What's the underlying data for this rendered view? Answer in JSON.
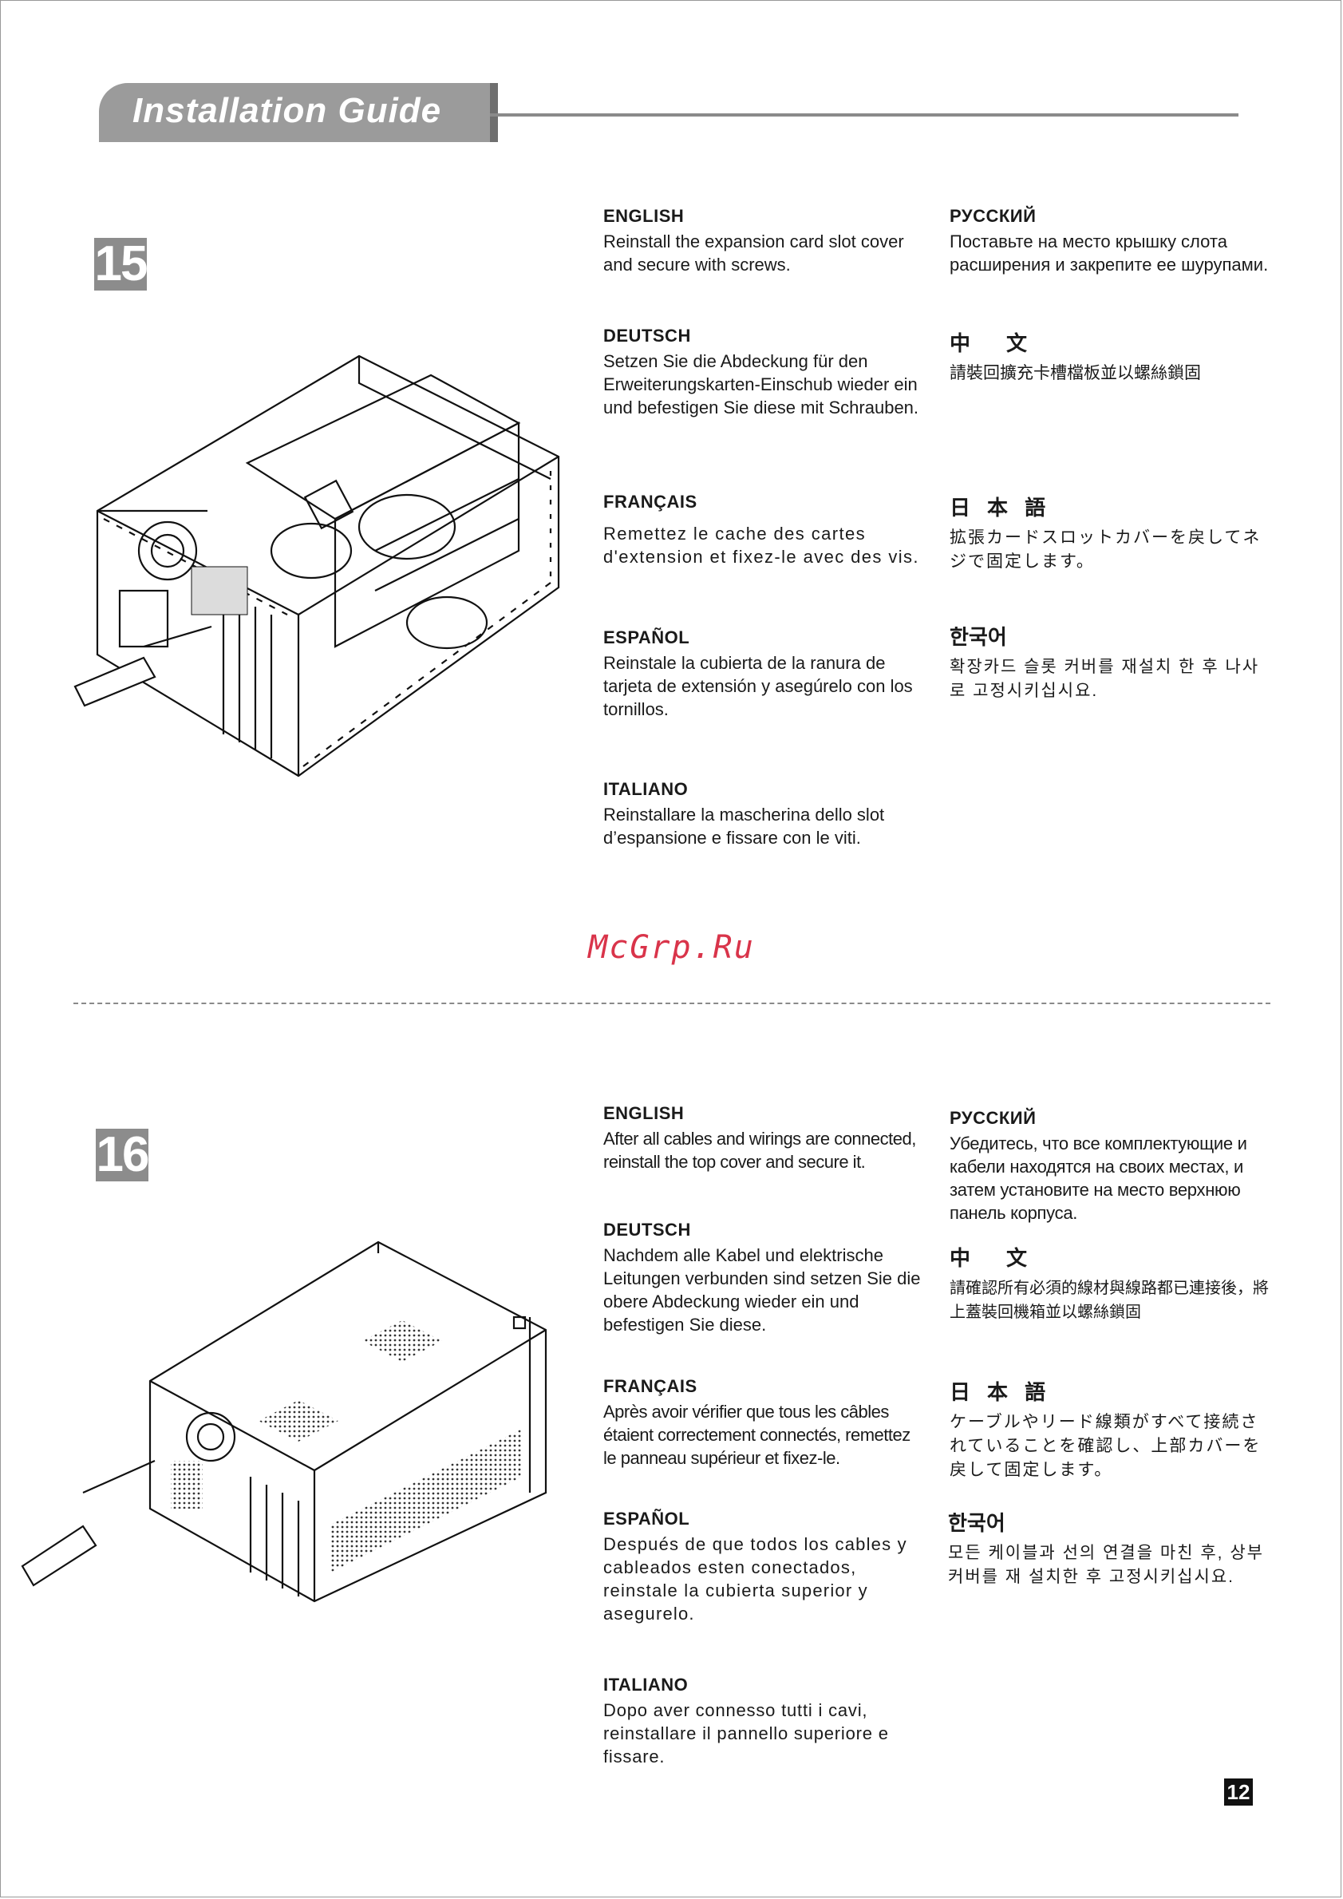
{
  "header": {
    "title": "Installation Guide"
  },
  "watermark": "McGrp.Ru",
  "page_number": "12",
  "steps": [
    {
      "number": "15",
      "english": {
        "head": "ENGLISH",
        "body": "Reinstall the expansion card slot cover and secure with screws."
      },
      "deutsch": {
        "head": "DEUTSCH",
        "body": "Setzen Sie die Abdeckung für den Erweiterungskarten-Einschub wieder ein und befestigen Sie diese mit Schrauben."
      },
      "francais": {
        "head": "FRANÇAIS",
        "body": "Remettez le cache des cartes d'extension et fixez-le avec des vis."
      },
      "espanol": {
        "head": "ESPAÑOL",
        "body": "Reinstale la cubierta de la ranura de tarjeta de extensión y asegúrelo con los tornillos."
      },
      "italiano": {
        "head": "ITALIANO",
        "body": "Reinstallare la mascherina dello slot d’espansione e fissare con le viti."
      },
      "russian": {
        "head": "РУССКИЙ",
        "body": "Поставьте на место крышку слота расширения и закрепите ее шурупами."
      },
      "chinese": {
        "head": "中 文",
        "body": "請裝回擴充卡槽檔板並以螺絲鎖固"
      },
      "japanese": {
        "head": "日 本 語",
        "body": "拡張カードスロットカバーを戻してネジで固定します。"
      },
      "korean": {
        "head": "한국어",
        "body": "확장카드 슬롯 커버를 재설치 한 후 나사로 고정시키십시요."
      }
    },
    {
      "number": "16",
      "english": {
        "head": "ENGLISH",
        "body": "After all cables and wirings are connected, reinstall the top cover and secure it."
      },
      "deutsch": {
        "head": "DEUTSCH",
        "body": "Nachdem alle Kabel und elektrische Leitungen verbunden sind setzen Sie die obere Abdeckung wieder ein und befestigen Sie diese."
      },
      "francais": {
        "head": "FRANÇAIS",
        "body": "Après avoir vérifier que tous les câbles étaient correctement connectés, remettez le panneau supérieur et fixez-le."
      },
      "espanol": {
        "head": "ESPAÑOL",
        "body": "Después de que todos los cables y cableados esten conectados, reinstale la cubierta superior y asegurelo."
      },
      "italiano": {
        "head": "ITALIANO",
        "body": "Dopo aver connesso tutti i cavi, reinstallare il pannello superiore e fissare."
      },
      "russian": {
        "head": "РУССКИЙ",
        "body": "Убедитесь, что все комплектующие и кабели находятся на своих местах, и затем установите на место верхнюю панель корпуса."
      },
      "chinese": {
        "head": "中 文",
        "body": "請確認所有必須的線材與線路都已連接後，將上蓋裝回機箱並以螺絲鎖固"
      },
      "japanese": {
        "head": "日 本 語",
        "body": "ケーブルやリード線類がすべて接続されていることを確認し、上部カバーを戻して固定します。"
      },
      "korean": {
        "head": "한국어",
        "body": "모든 케이블과 선의 연결을 마친 후, 상부 커버를 재 설치한 후 고정시키십시요."
      }
    }
  ]
}
